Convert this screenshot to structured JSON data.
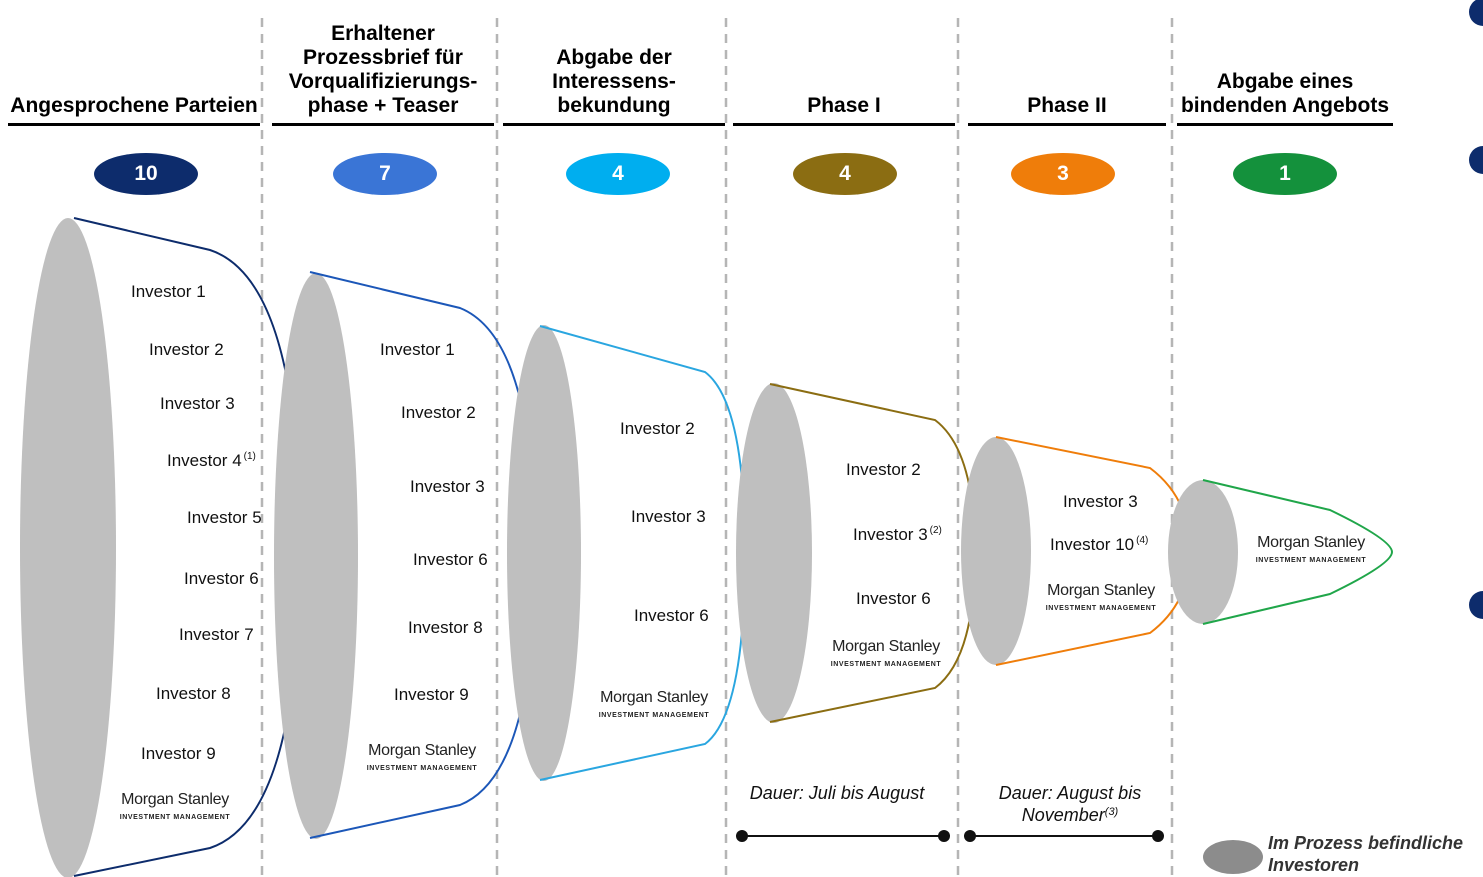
{
  "stages": [
    {
      "title": "Angesprochene Parteien",
      "count": "10",
      "color": "#0d2c6c",
      "line_color": "#0d2c6c",
      "investors": [
        {
          "label": "Investor 1",
          "note": ""
        },
        {
          "label": "Investor 2",
          "note": ""
        },
        {
          "label": "Investor 3",
          "note": ""
        },
        {
          "label": "Investor 4",
          "note": "(1)"
        },
        {
          "label": "Investor 5",
          "note": ""
        },
        {
          "label": "Investor 6",
          "note": ""
        },
        {
          "label": "Investor 7",
          "note": ""
        },
        {
          "label": "Investor 8",
          "note": ""
        },
        {
          "label": "Investor 9",
          "note": ""
        }
      ]
    },
    {
      "title": "Erhaltener Prozessbrief für Vorqualifizierungs-phase + Teaser",
      "count": "7",
      "color": "#3a75d6",
      "line_color": "#1c57b8",
      "investors": [
        {
          "label": "Investor 1",
          "note": ""
        },
        {
          "label": "Investor 2",
          "note": ""
        },
        {
          "label": "Investor 3",
          "note": ""
        },
        {
          "label": "Investor 6",
          "note": ""
        },
        {
          "label": "Investor 8",
          "note": ""
        },
        {
          "label": "Investor 9",
          "note": ""
        }
      ]
    },
    {
      "title": "Abgabe der Interessens-bekundung",
      "count": "4",
      "color": "#00aeef",
      "line_color": "#2aa6e0",
      "investors": [
        {
          "label": "Investor 2",
          "note": ""
        },
        {
          "label": "Investor 3",
          "note": ""
        },
        {
          "label": "Investor 6",
          "note": ""
        }
      ]
    },
    {
      "title": "Phase I",
      "count": "4",
      "color": "#8b6d12",
      "line_color": "#8b6d12",
      "investors": [
        {
          "label": "Investor 2",
          "note": ""
        },
        {
          "label": "Investor 3",
          "note": "(2)"
        },
        {
          "label": "Investor 6",
          "note": ""
        }
      ]
    },
    {
      "title": "Phase II",
      "count": "3",
      "color": "#ef7d0a",
      "line_color": "#ef7d0a",
      "investors": [
        {
          "label": "Investor 3",
          "note": ""
        },
        {
          "label": "Investor 10",
          "note": "(4)"
        }
      ]
    },
    {
      "title": "Abgabe eines bindenden Angebots",
      "count": "1",
      "color": "#14913c",
      "line_color": "#20a64a",
      "investors": []
    }
  ],
  "brand": {
    "name": "Morgan Stanley",
    "sub": "INVESTMENT MANAGEMENT"
  },
  "durations": [
    {
      "text": "Dauer: Juli bis August",
      "note": ""
    },
    {
      "text": "Dauer: August bis November",
      "note": "(3)"
    }
  ],
  "legend": {
    "text": "Im Prozess befindliche Investoren",
    "swatch_color": "#8c8c8c"
  },
  "ellipse_color": "#bfbfbf"
}
